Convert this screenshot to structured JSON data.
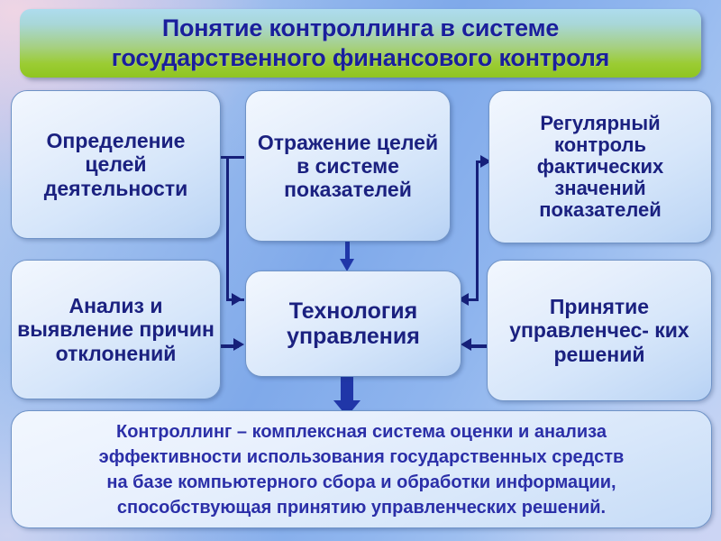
{
  "title": {
    "line1": "Понятие контроллинга в системе",
    "line2": "государственного финансового контроля"
  },
  "boxes": {
    "goals": "Определение целей деятельности",
    "reflect": "Отражение целей в системе показателей",
    "regular": "Регулярный контроль фактических значений показателей",
    "analysis": "Анализ и выявление причин отклонений",
    "tech": "Технология управления",
    "decisions": "Принятие управленчес- ких решений"
  },
  "summary": {
    "line1": "Контроллинг – комплексная система оценки и анализа",
    "line2": "эффективности использования государственных средств",
    "line3": "на базе компьютерного сбора и обработки информации,",
    "line4": "способствующая принятию управленческих решений."
  },
  "colors": {
    "title_text": "#1a1f9c",
    "box_text": "#1b2180",
    "summary_text": "#2b2fa8",
    "banner_top": "#aedcee",
    "banner_bottom": "#8fc521",
    "connector": "#16207a",
    "thick_arrow": "#2036a8",
    "box_border": "#6f93c7",
    "background_blue": "#7fa9ea"
  },
  "connectors": [
    {
      "name": "goals-to-tech",
      "from": "goals",
      "to": "tech",
      "style": "elbow-right-down-right"
    },
    {
      "name": "reflect-to-tech",
      "from": "reflect",
      "to": "tech",
      "style": "straight-down"
    },
    {
      "name": "tech-to-regular",
      "from": "tech",
      "to": "regular",
      "style": "elbow-right-up-right"
    },
    {
      "name": "analysis-to-tech",
      "from": "analysis",
      "to": "tech",
      "style": "straight-right"
    },
    {
      "name": "decisions-to-tech",
      "from": "decisions",
      "to": "tech",
      "style": "straight-left"
    },
    {
      "name": "tech-to-summary",
      "from": "tech",
      "to": "summary",
      "style": "thick-down"
    }
  ]
}
